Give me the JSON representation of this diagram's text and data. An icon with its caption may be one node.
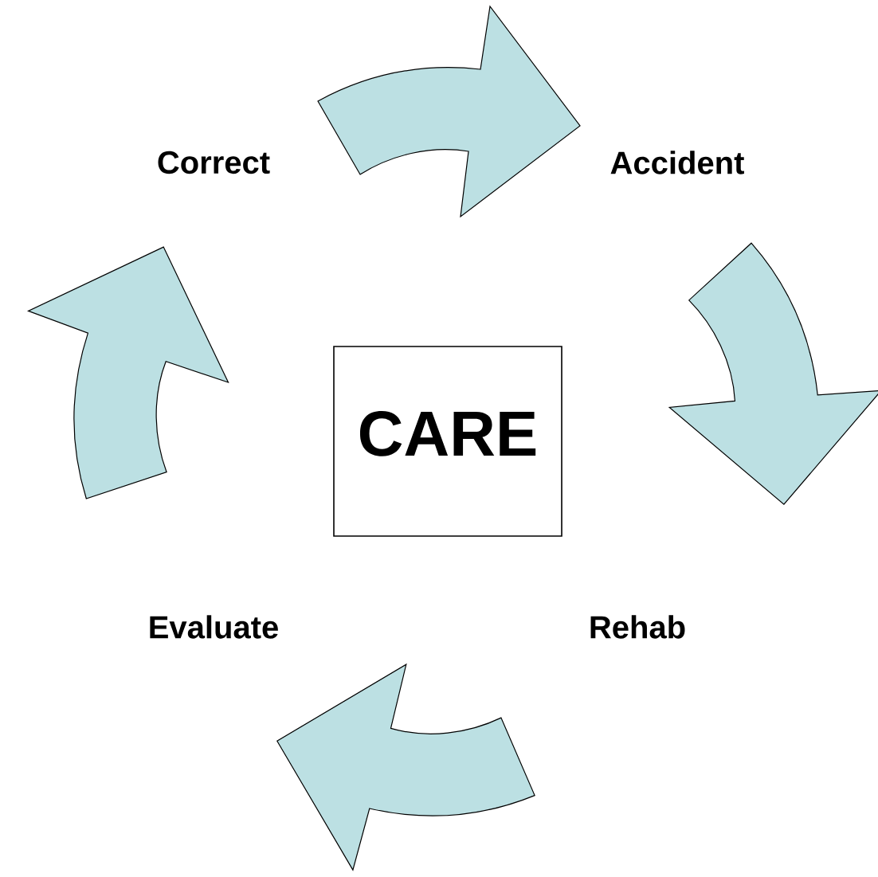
{
  "diagram": {
    "nodes": [
      {
        "text": [
          "CARE"
        ]
      },
      {
        "text": [
          "Correct"
        ]
      },
      {
        "text": [
          "Accident"
        ]
      },
      {
        "text": [
          "Rehab"
        ]
      },
      {
        "text": [
          "Evaluate"
        ]
      }
    ],
    "edges": [
      {
        "from": 1,
        "to": 2,
        "arrow": "to"
      },
      {
        "from": 2,
        "to": 3,
        "arrow": "to"
      },
      {
        "from": 3,
        "to": 4,
        "arrow": "to"
      },
      {
        "from": 4,
        "to": 1,
        "arrow": "to"
      }
    ]
  }
}
